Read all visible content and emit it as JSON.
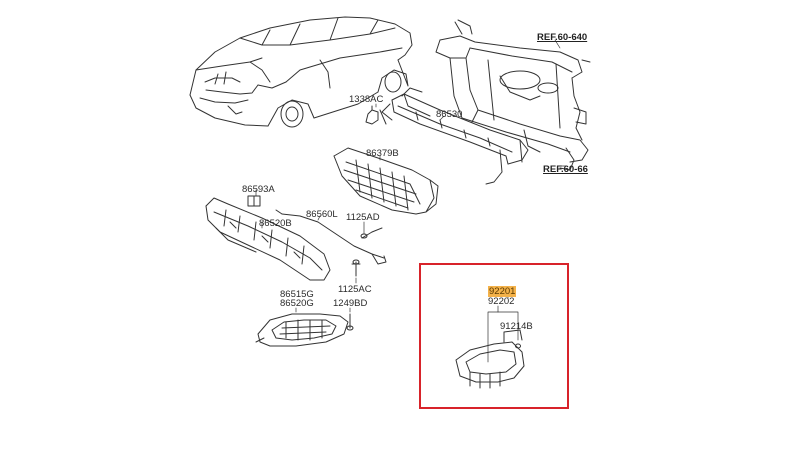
{
  "diagram": {
    "refs": {
      "ref1": "REF.60-640",
      "ref2": "REF.60-66"
    },
    "labels": {
      "p1338AC": "1338AC",
      "p86530": "86530",
      "p86379B": "86379B",
      "p86593A": "86593A",
      "p86520B": "86520B",
      "p86560L": "86560L",
      "p1125AD": "1125AD",
      "p1125AC": "1125AC",
      "p86515G": "86515G",
      "p86520G": "86520G",
      "p1249BD": "1249BD",
      "p92201": "92201",
      "p92202": "92202",
      "p91214B": "91214B"
    },
    "highlighted_part": "92201",
    "highlight_color": "#d8232a",
    "tag_color": "#f4b24a"
  }
}
